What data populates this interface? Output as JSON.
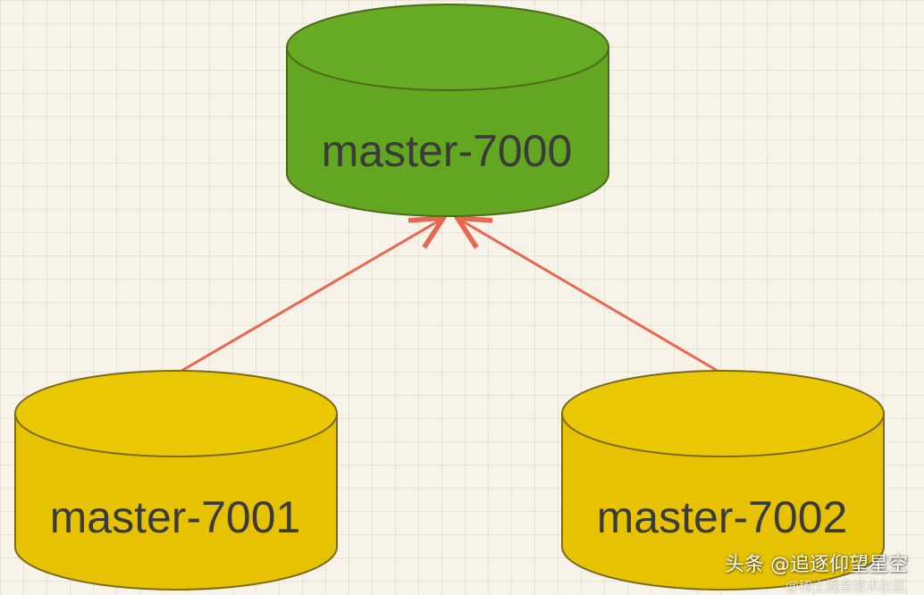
{
  "diagram": {
    "nodes": [
      {
        "id": "master-7000",
        "label": "master-7000",
        "color": "#62a621",
        "role": "top"
      },
      {
        "id": "master-7001",
        "label": "master-7001",
        "color": "#e6c200",
        "role": "bottom-left"
      },
      {
        "id": "master-7002",
        "label": "master-7002",
        "color": "#e6c200",
        "role": "bottom-right"
      }
    ],
    "edges": [
      {
        "from": "master-7001",
        "to": "master-7000"
      },
      {
        "from": "master-7002",
        "to": "master-7000"
      }
    ],
    "edge_color": "#e8674f",
    "stroke_color": "#6d5d20"
  },
  "watermark": {
    "main": "头条 @追逐仰望星空",
    "sub": "@稀土掘金技术社区"
  }
}
